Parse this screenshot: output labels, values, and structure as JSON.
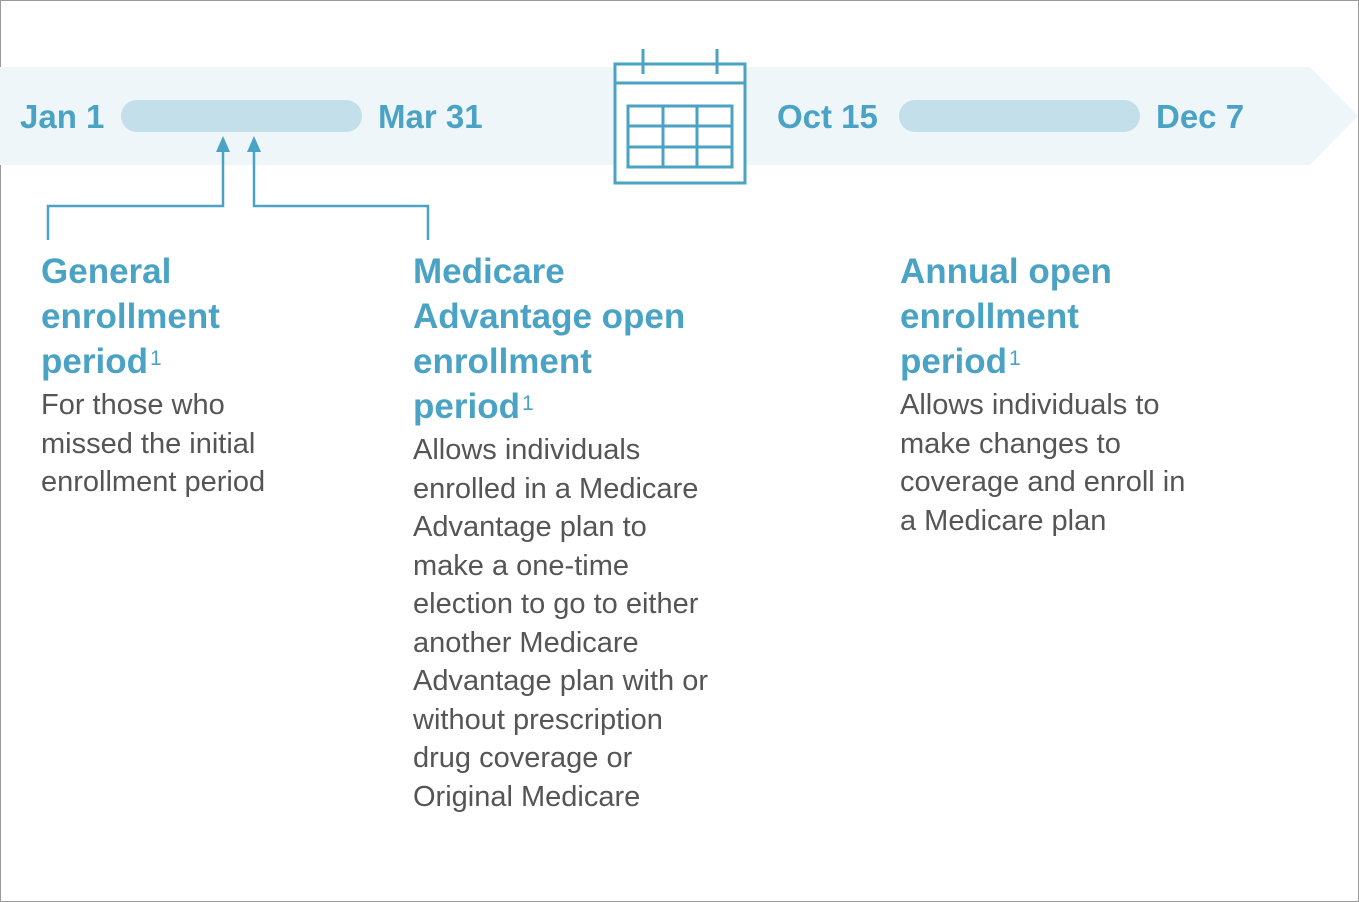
{
  "colors": {
    "accent": "#4aa3c5",
    "band": "#eef6f9",
    "pill": "#c3dfe9",
    "body_text": "#555555",
    "frame": "#9a9a9a"
  },
  "timeline": {
    "dates": {
      "jan_1": "Jan 1",
      "mar_31": "Mar 31",
      "oct_15": "Oct 15",
      "dec_7": "Dec 7"
    },
    "icon": "calendar-icon"
  },
  "periods": [
    {
      "title": "General enrollment period",
      "footnote": "1",
      "description": "For those who missed the initial enrollment period"
    },
    {
      "title": "Medicare Advantage open enrollment period",
      "footnote": "1",
      "description": "Allows individuals enrolled in a Medicare Advantage plan to make a one-time election to go to either another Medicare Advantage plan with or without prescription drug coverage or Original Medicare"
    },
    {
      "title": "Annual open enrollment period",
      "footnote": "1",
      "description": "Allows individuals to make changes to coverage and enroll in a Medicare plan"
    }
  ]
}
